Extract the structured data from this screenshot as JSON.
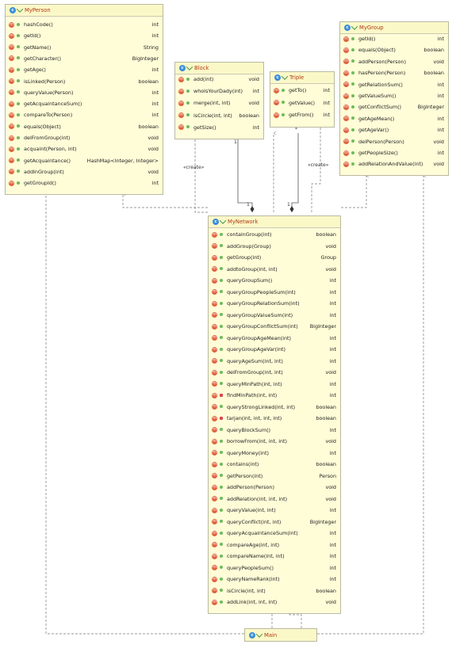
{
  "classes": [
    {
      "id": "myperson",
      "name": "MyPerson",
      "methods": [
        {
          "name": "hashCode()",
          "type": "int"
        },
        {
          "name": "getId()",
          "type": "int"
        },
        {
          "name": "getName()",
          "type": "String"
        },
        {
          "name": "getCharacter()",
          "type": "BigInteger"
        },
        {
          "name": "getAge()",
          "type": "int"
        },
        {
          "name": "isLinked(Person)",
          "type": "boolean"
        },
        {
          "name": "queryValue(Person)",
          "type": "int"
        },
        {
          "name": "getAcquaintanceSum()",
          "type": "int"
        },
        {
          "name": "compareTo(Person)",
          "type": "int"
        },
        {
          "name": "equals(Object)",
          "type": "boolean"
        },
        {
          "name": "delFromGroup(int)",
          "type": "void"
        },
        {
          "name": "acquaint(Person, int)",
          "type": "void"
        },
        {
          "name": "getAcquaintance()",
          "type": "HashMap<Integer, Integer>"
        },
        {
          "name": "addInGroup(int)",
          "type": "void"
        },
        {
          "name": "getGroupId()",
          "type": "int"
        }
      ]
    },
    {
      "id": "block",
      "name": "Block",
      "methods": [
        {
          "name": "add(int)",
          "type": "void"
        },
        {
          "name": "whoIsYourDady(int)",
          "type": "int"
        },
        {
          "name": "merge(int, int)",
          "type": "void"
        },
        {
          "name": "isCircle(int, int)",
          "type": "boolean"
        },
        {
          "name": "getSize()",
          "type": "int"
        }
      ]
    },
    {
      "id": "triple",
      "name": "Triple",
      "methods": [
        {
          "name": "getTo()",
          "type": "int"
        },
        {
          "name": "getValue()",
          "type": "int"
        },
        {
          "name": "getFrom()",
          "type": "int"
        }
      ]
    },
    {
      "id": "mygroup",
      "name": "MyGroup",
      "methods": [
        {
          "name": "getId()",
          "type": "int"
        },
        {
          "name": "equals(Object)",
          "type": "boolean"
        },
        {
          "name": "addPerson(Person)",
          "type": "void"
        },
        {
          "name": "hasPerson(Person)",
          "type": "boolean"
        },
        {
          "name": "getRelationSum()",
          "type": "int"
        },
        {
          "name": "getValueSum()",
          "type": "int"
        },
        {
          "name": "getConflictSum()",
          "type": "BigInteger"
        },
        {
          "name": "getAgeMean()",
          "type": "int"
        },
        {
          "name": "getAgeVar()",
          "type": "int"
        },
        {
          "name": "delPerson(Person)",
          "type": "void"
        },
        {
          "name": "getPeopleSize()",
          "type": "int"
        },
        {
          "name": "addRelationAndValue(int)",
          "type": "void"
        }
      ]
    },
    {
      "id": "mynetwork",
      "name": "MyNetwork",
      "methods": [
        {
          "name": "containGroup(int)",
          "type": "boolean"
        },
        {
          "name": "addGroup(Group)",
          "type": "void"
        },
        {
          "name": "getGroup(int)",
          "type": "Group"
        },
        {
          "name": "addtoGroup(int, int)",
          "type": "void"
        },
        {
          "name": "queryGroupSum()",
          "type": "int"
        },
        {
          "name": "queryGroupPeopleSum(int)",
          "type": "int"
        },
        {
          "name": "queryGroupRelationSum(int)",
          "type": "int"
        },
        {
          "name": "queryGroupValueSum(int)",
          "type": "int"
        },
        {
          "name": "queryGroupConflictSum(int)",
          "type": "BigInteger"
        },
        {
          "name": "queryGroupAgeMean(int)",
          "type": "int"
        },
        {
          "name": "queryGroupAgeVar(int)",
          "type": "int"
        },
        {
          "name": "queryAgeSum(int, int)",
          "type": "int"
        },
        {
          "name": "delFromGroup(int, int)",
          "type": "void"
        },
        {
          "name": "queryMinPath(int, int)",
          "type": "int"
        },
        {
          "name": "findMinPath(int, int)",
          "type": "int",
          "private": true
        },
        {
          "name": "queryStrongLinked(int, int)",
          "type": "boolean"
        },
        {
          "name": "tarjan(int, int, int, int)",
          "type": "boolean",
          "private": true
        },
        {
          "name": "queryBlockSum()",
          "type": "int"
        },
        {
          "name": "borrowFrom(int, int, int)",
          "type": "void"
        },
        {
          "name": "queryMoney(int)",
          "type": "int"
        },
        {
          "name": "contains(int)",
          "type": "boolean"
        },
        {
          "name": "getPerson(int)",
          "type": "Person"
        },
        {
          "name": "addPerson(Person)",
          "type": "void"
        },
        {
          "name": "addRelation(int, int, int)",
          "type": "void"
        },
        {
          "name": "queryValue(int, int)",
          "type": "int"
        },
        {
          "name": "queryConflict(int, int)",
          "type": "BigInteger"
        },
        {
          "name": "queryAcquaintanceSum(int)",
          "type": "int"
        },
        {
          "name": "compareAge(int, int)",
          "type": "int"
        },
        {
          "name": "compareName(int, int)",
          "type": "int"
        },
        {
          "name": "queryPeopleSum()",
          "type": "int"
        },
        {
          "name": "queryNameRank(int)",
          "type": "int"
        },
        {
          "name": "isCircle(int, int)",
          "type": "boolean"
        },
        {
          "name": "addLink(int, int, int)",
          "type": "void"
        }
      ]
    },
    {
      "id": "main",
      "name": "Main",
      "methods": []
    }
  ],
  "labels": {
    "create_block": "«create»",
    "create_triple": "«create»",
    "mult_block": "1",
    "mult_block_end": "1",
    "mult_triple": "*",
    "mult_triple_end": "1"
  },
  "icons": {
    "class": "class-icon",
    "method": "method-icon",
    "public": "public-visibility-icon",
    "private": "private-visibility-icon"
  },
  "colors": {
    "class_fill": "#fffdd8",
    "class_name": "#b03a10",
    "class_icon": "#3a8ed8",
    "method_icon": "#e0623c",
    "public": "#6dbb5a",
    "private": "#d84848"
  }
}
